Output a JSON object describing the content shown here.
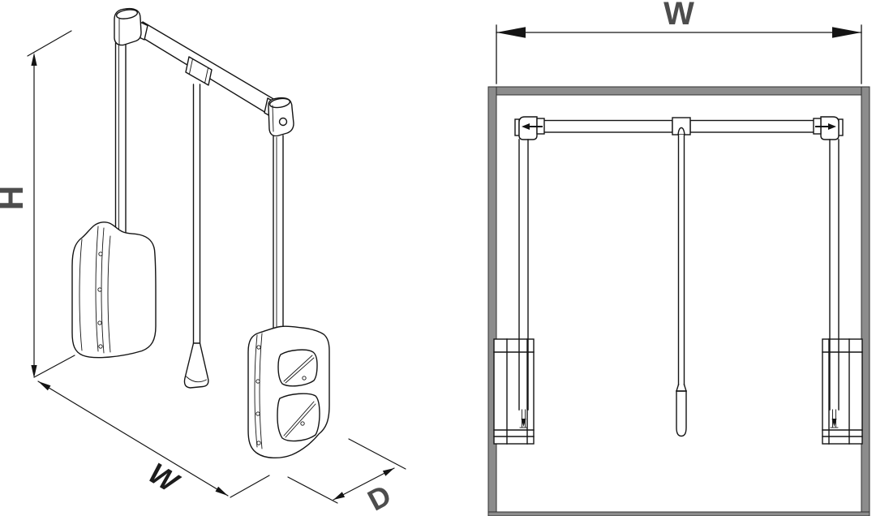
{
  "drawing": {
    "views": {
      "isometric": {
        "height_label": "H",
        "width_label": "W",
        "depth_label": "D"
      },
      "front": {
        "width_label": "W"
      }
    },
    "icons": {
      "width_adjust_left": "arrow-left",
      "width_adjust_right": "arrow-right"
    },
    "colors": {
      "line": "#141414",
      "dimension_label_gray": "#4d4d4d",
      "iso_width_label_black": "#1c1c1c",
      "cabinet_wall": "#8c8c8c",
      "background": "#ffffff"
    }
  }
}
